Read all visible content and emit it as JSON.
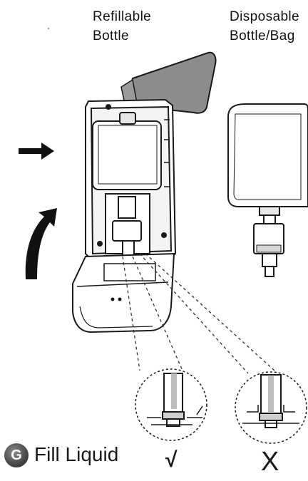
{
  "labels": {
    "refillable": [
      "Refillable",
      "Bottle"
    ],
    "disposable": [
      "Disposable",
      "Bottle/Bag"
    ]
  },
  "step": {
    "badge": "G",
    "title": "Fill Liquid",
    "correct_mark": "√",
    "wrong_mark": "X"
  },
  "colors": {
    "line": "#1a1a1a",
    "liquid": "#8c8c8c",
    "badge": "#555555"
  },
  "icons": [
    "arrow-right-icon",
    "arrow-curved-up-icon"
  ]
}
